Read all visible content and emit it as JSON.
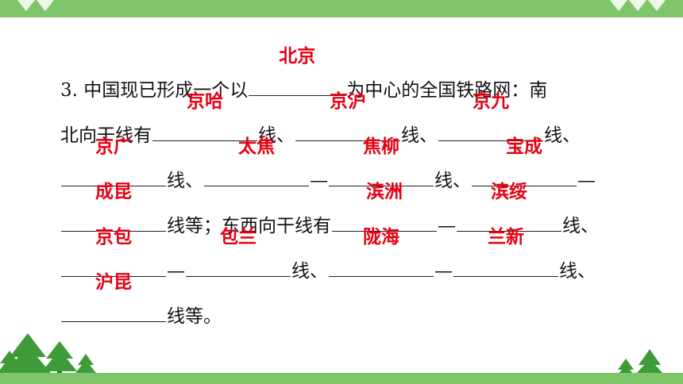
{
  "question": {
    "number": "3.",
    "lines": [
      [
        {
          "t": "text",
          "v": "3. 中国现已形成一个以"
        },
        {
          "t": "blank",
          "a": "北京",
          "w": 122
        },
        {
          "t": "text",
          "v": "为中心的全国铁路网：南"
        }
      ],
      [
        {
          "t": "text",
          "v": "北向干线有"
        },
        {
          "t": "blank",
          "a": "京哈",
          "w": 132
        },
        {
          "t": "text",
          "v": "线、"
        },
        {
          "t": "blank",
          "a": "京沪",
          "w": 132
        },
        {
          "t": "text",
          "v": "线、"
        },
        {
          "t": "blank",
          "a": "京九",
          "w": 132
        },
        {
          "t": "text",
          "v": "线、"
        }
      ],
      [
        {
          "t": "blank",
          "a": "京广",
          "w": 132
        },
        {
          "t": "text",
          "v": "线、"
        },
        {
          "t": "blank",
          "a": "太焦",
          "w": 132
        },
        {
          "t": "text",
          "v": "—"
        },
        {
          "t": "blank",
          "a": "焦柳",
          "w": 132
        },
        {
          "t": "text",
          "v": "线、"
        },
        {
          "t": "blank",
          "a": "宝成",
          "w": 132
        },
        {
          "t": "text",
          "v": "—"
        }
      ],
      [
        {
          "t": "blank",
          "a": "成昆",
          "w": 132
        },
        {
          "t": "text",
          "v": "线等；东西向干线有"
        },
        {
          "t": "blank",
          "a": "滨洲",
          "w": 132
        },
        {
          "t": "text",
          "v": "—"
        },
        {
          "t": "blank",
          "a": "滨绥",
          "w": 132
        },
        {
          "t": "text",
          "v": "线、"
        }
      ],
      [
        {
          "t": "blank",
          "a": "京包",
          "w": 132
        },
        {
          "t": "text",
          "v": "—"
        },
        {
          "t": "blank",
          "a": "包兰",
          "w": 132
        },
        {
          "t": "text",
          "v": "线、"
        },
        {
          "t": "blank",
          "a": "陇海",
          "w": 132
        },
        {
          "t": "text",
          "v": "—"
        },
        {
          "t": "blank",
          "a": "兰新",
          "w": 132
        },
        {
          "t": "text",
          "v": "线、"
        }
      ],
      [
        {
          "t": "blank",
          "a": "沪昆",
          "w": 132
        },
        {
          "t": "text",
          "v": "线等。"
        }
      ]
    ]
  },
  "colors": {
    "accent_green": "#7fc66b",
    "tree_green": "#3f9a3a",
    "answer_red": "#e60012",
    "text": "#111111"
  },
  "icons": [
    "tree-icon"
  ]
}
